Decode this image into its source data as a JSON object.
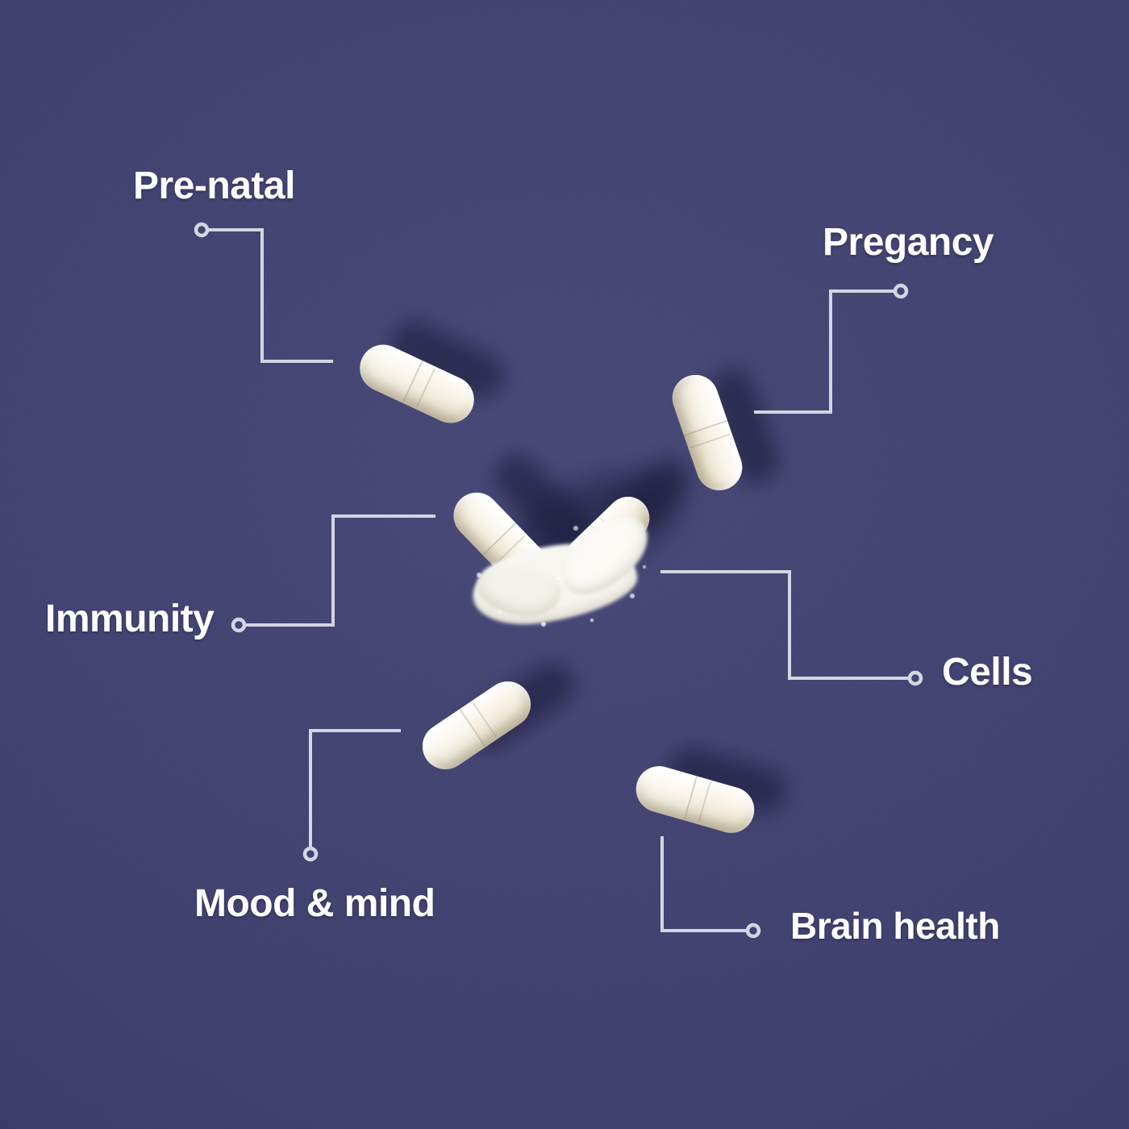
{
  "scene": {
    "background_color": "#3a3a67",
    "connector_color": "#d5d5e3",
    "label_color": "#fdfdfd",
    "capsule_color": "#f3eedf",
    "objects": [
      "capsule-top-left",
      "capsule-top-right",
      "capsule-center-left-open",
      "capsule-center-right-open",
      "capsule-bottom-left",
      "capsule-bottom-right",
      "powder-pile"
    ]
  },
  "callouts": [
    {
      "id": "pre-natal",
      "label": "Pre-natal"
    },
    {
      "id": "pregnancy",
      "label": "Pregancy"
    },
    {
      "id": "immunity",
      "label": "Immunity"
    },
    {
      "id": "cells",
      "label": "Cells"
    },
    {
      "id": "mood-mind",
      "label": "Mood & mind"
    },
    {
      "id": "brain-health",
      "label": "Brain health"
    }
  ]
}
